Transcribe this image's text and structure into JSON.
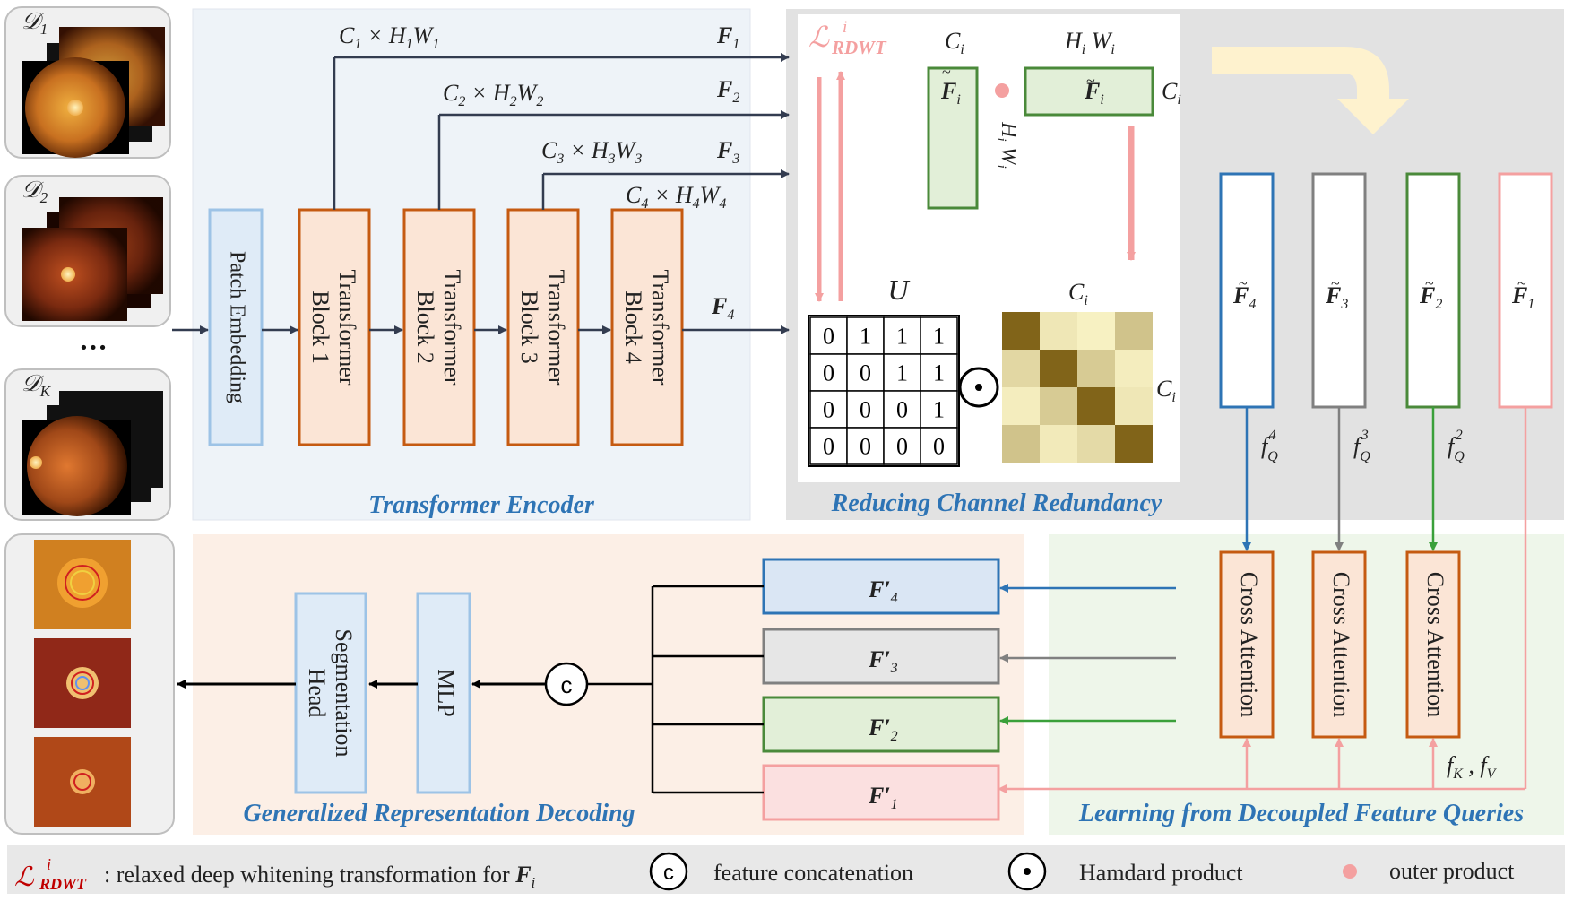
{
  "datasets": [
    {
      "sub": "1"
    },
    {
      "sub": "2"
    },
    {
      "sub": "K"
    }
  ],
  "ellipsis": "•••",
  "encoder": {
    "title": "Transformer Encoder",
    "patch_embedding": "Patch Embedding",
    "blocks": [
      {
        "line1": "Transformer",
        "line2": "Block 1"
      },
      {
        "line1": "Transformer",
        "line2": "Block 2"
      },
      {
        "line1": "Transformer",
        "line2": "Block 3"
      },
      {
        "line1": "Transformer",
        "line2": "Block 4"
      }
    ],
    "features": [
      {
        "c": "1",
        "hw1": "1",
        "hw2": "1",
        "f": "1"
      },
      {
        "c": "2",
        "hw1": "2",
        "hw2": "2",
        "f": "2"
      },
      {
        "c": "3",
        "hw1": "3",
        "hw2": "3",
        "f": "3"
      },
      {
        "c": "4",
        "hw1": "4",
        "hw2": "4",
        "f": "4"
      }
    ]
  },
  "redundancy": {
    "title": "Reducing Channel Redundancy",
    "loss_symbol": "ℒ",
    "loss_sup": "i",
    "loss_sub": "RDWT",
    "u_label": "U",
    "ci_label": "C",
    "sub_i": "i",
    "hw_label": "H",
    "w_label": "W",
    "f_tilde": "F",
    "matrix": [
      [
        0,
        1,
        1,
        1
      ],
      [
        0,
        0,
        1,
        1
      ],
      [
        0,
        0,
        0,
        1
      ],
      [
        0,
        0,
        0,
        0
      ]
    ],
    "heatmap": [
      [
        0.95,
        0.12,
        0.06,
        0.35
      ],
      [
        0.22,
        0.95,
        0.3,
        0.08
      ],
      [
        0.08,
        0.3,
        0.95,
        0.12
      ],
      [
        0.35,
        0.1,
        0.2,
        0.95
      ]
    ]
  },
  "queries": {
    "title": "Learning from Decoupled Feature Queries",
    "tilde_boxes": [
      {
        "sub": "4",
        "color": "#2e74b5"
      },
      {
        "sub": "3",
        "color": "#808080"
      },
      {
        "sub": "2",
        "color": "#4a8a3a"
      },
      {
        "sub": "1",
        "color": "#f4a0a0"
      }
    ],
    "fq": [
      "4",
      "3",
      "2"
    ],
    "fq_symbol": "f",
    "fq_sub": "Q",
    "cross_attention": "Cross Attention",
    "fk_label": "f",
    "fk_sub": "K",
    "fv_label": "f",
    "fv_sub": "V"
  },
  "decoding": {
    "title": "Generalized Representation Decoding",
    "mlp": "MLP",
    "seg_line1": "Segmentation",
    "seg_line2": "Head",
    "concat_symbol": "c",
    "fprime": [
      {
        "sub": "4",
        "fill": "#dae6f4",
        "stroke": "#2e74b5"
      },
      {
        "sub": "3",
        "fill": "#e6e6e6",
        "stroke": "#808080"
      },
      {
        "sub": "2",
        "fill": "#e2efd8",
        "stroke": "#4a8a3a"
      },
      {
        "sub": "1",
        "fill": "#fbe0e0",
        "stroke": "#f4a0a0"
      }
    ]
  },
  "legend": {
    "loss_desc": ": relaxed deep whitening transformation for",
    "loss_f": "F",
    "loss_f_sub": "i",
    "concat_text": "feature concatenation",
    "hadamard_text": "Hamdard product",
    "outer_text": "outer product"
  },
  "colors": {
    "orange": "#c55a11",
    "orange_fill": "#fbe5d6",
    "blue_light": "#9dc3e6",
    "blue_fill": "#deebf7",
    "blue_title": "#2e74b5",
    "pink": "#f4a0a0",
    "green": "#4a8a3a",
    "green_fill": "#e2efd8",
    "loss_red": "#c00000"
  }
}
